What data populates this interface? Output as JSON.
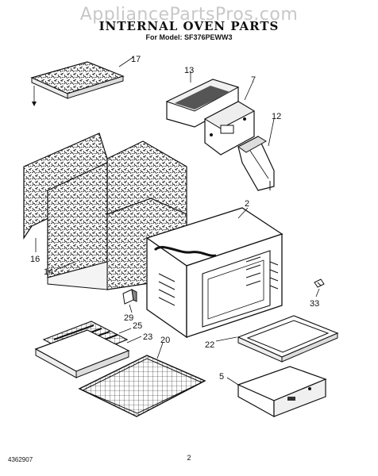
{
  "watermark": "AppliancePartsPros.com",
  "title": "INTERNAL OVEN PARTS",
  "subtitle": "For Model: SF376PEWW3",
  "footer": {
    "doc_number": "4362907",
    "page_number": "2"
  },
  "callouts": {
    "c17": "17",
    "c13": "13",
    "c7": "7",
    "c12": "12",
    "c2": "2",
    "c16": "16",
    "c14": "14",
    "c33": "33",
    "c29": "29",
    "c25": "25",
    "c23": "23",
    "c20": "20",
    "c22": "22",
    "c5": "5"
  }
}
